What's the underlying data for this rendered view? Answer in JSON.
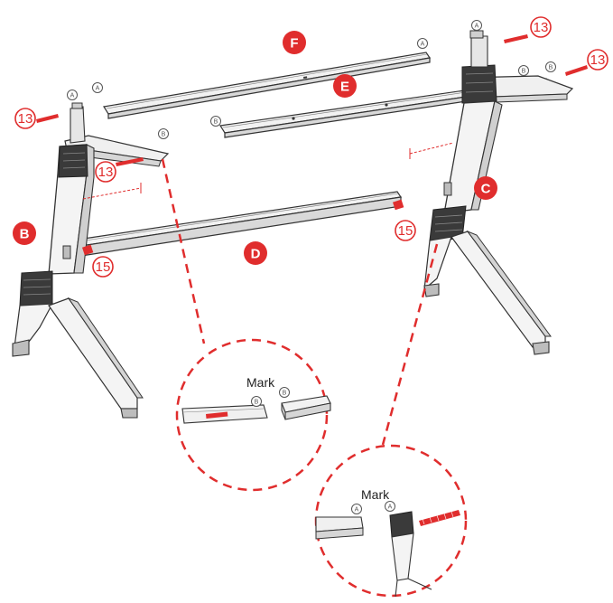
{
  "parts": {
    "f": "F",
    "e": "E",
    "b": "B",
    "c": "C",
    "d": "D"
  },
  "hardware": {
    "screw": "13",
    "bolt": "15"
  },
  "markers": {
    "a": "A",
    "b": "B"
  },
  "details": {
    "mark_label": "Mark"
  },
  "colors": {
    "accent": "#e02d2d",
    "line": "#333333",
    "fill_light": "#f2f2f2",
    "fill_mid": "#dcdcdc"
  }
}
